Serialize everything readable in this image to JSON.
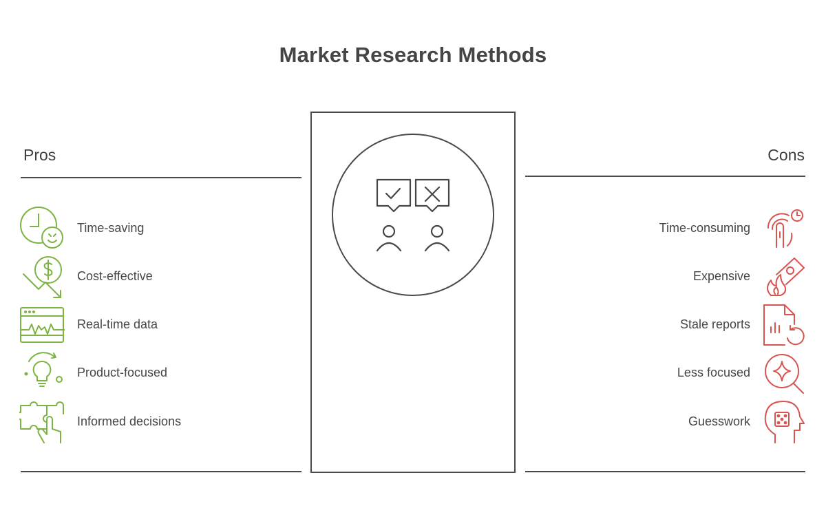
{
  "title": "Market Research Methods",
  "pros": {
    "heading": "Pros",
    "color": "#7cb342",
    "items": [
      {
        "label": "Time-saving",
        "icon": "clock-emoji-icon"
      },
      {
        "label": "Cost-effective",
        "icon": "dollar-down-arrow-icon"
      },
      {
        "label": "Real-time data",
        "icon": "browser-pulse-icon"
      },
      {
        "label": "Product-focused",
        "icon": "lightbulb-icon"
      },
      {
        "label": "Informed decisions",
        "icon": "puzzle-hand-icon"
      }
    ]
  },
  "cons": {
    "heading": "Cons",
    "color": "#d9534f",
    "items": [
      {
        "label": "Time-consuming",
        "icon": "finger-clock-icon"
      },
      {
        "label": "Expensive",
        "icon": "burning-money-icon"
      },
      {
        "label": "Stale reports",
        "icon": "document-chart-refresh-icon"
      },
      {
        "label": "Less focused",
        "icon": "magnifier-sparkle-icon"
      },
      {
        "label": "Guesswork",
        "icon": "head-dice-icon"
      }
    ]
  },
  "center": {
    "icon": "people-approve-reject-icon"
  }
}
